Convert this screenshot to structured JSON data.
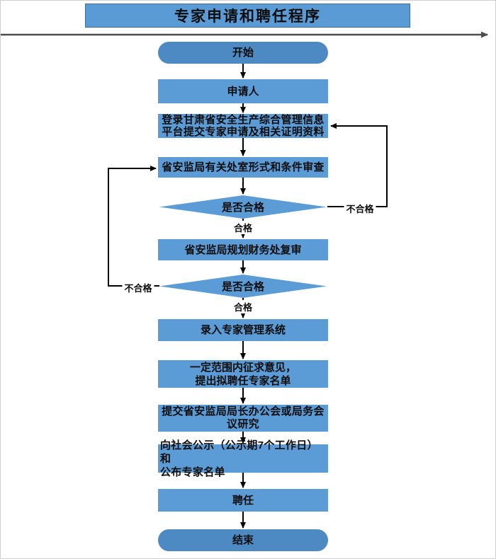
{
  "title": "专家申请和聘任程序",
  "colors": {
    "process_fill": "#5C9CD6",
    "terminal_fill": "#4D89C3",
    "decision_fill": "#5C9CD6",
    "title_fill": "#5B9BD5",
    "title_border": "#3A6EA5",
    "connector": "#000000",
    "timeline_rule": "#4D4D4D"
  },
  "nodes": [
    {
      "id": "start",
      "type": "terminal",
      "label": "开始"
    },
    {
      "id": "applicant",
      "type": "process",
      "label": "申请人"
    },
    {
      "id": "login-platform",
      "type": "process",
      "label": "登录甘肃省安全生产综合管理信息\n平台提交专家申请及相关证明资料"
    },
    {
      "id": "dept-review",
      "type": "process",
      "label": "省安监局有关处室形式和条件审查"
    },
    {
      "id": "decision-1",
      "type": "decision",
      "label": "是否合格"
    },
    {
      "id": "finance-review",
      "type": "process",
      "label": "省安监局规划财务处复审"
    },
    {
      "id": "decision-2",
      "type": "decision",
      "label": "是否合格"
    },
    {
      "id": "register-system",
      "type": "process",
      "label": "录入专家管理系统"
    },
    {
      "id": "solicit-opinions",
      "type": "process",
      "label": "一定范围内征求意见，\n提出拟聘任专家名单"
    },
    {
      "id": "submit-meeting",
      "type": "process",
      "label": "提交省安监局局长办公会或局务会\n议研究"
    },
    {
      "id": "publicity",
      "type": "process",
      "label": "向社会公示（公示期7个工作日）和\n公布专家名单"
    },
    {
      "id": "appointment",
      "type": "process",
      "label": "聘任"
    },
    {
      "id": "end",
      "type": "terminal",
      "label": "结束"
    }
  ],
  "edge_labels": {
    "pass1": "合格",
    "fail1": "不合格",
    "pass2": "合格",
    "fail2": "不合格"
  }
}
